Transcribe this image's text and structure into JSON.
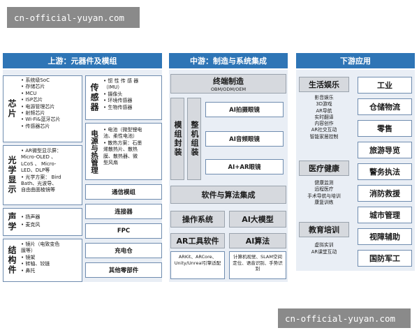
{
  "watermark_top": "cn-official-yuyan.com",
  "watermark_bottom": "cn-official-yuyan.com",
  "upstream": {
    "header": "上游：元器件及模组",
    "chip": {
      "label": "芯片",
      "items": [
        "• 系统级SoC",
        "• 存储芯片",
        "• MCU",
        "• ISP芯片",
        "• 电源管理芯片",
        "• 射频芯片",
        "• Wi-Fi&蓝牙芯片",
        "• 传感器芯片"
      ]
    },
    "sensor": {
      "label": "传感器",
      "items": [
        "• 惯 性 传 感 器",
        "  （IMU）",
        "• 摄像头",
        "• 环境传感器",
        "• 生物传感器"
      ]
    },
    "optics": {
      "label": "光学显示",
      "items": [
        "• AR微型显示屏：",
        "  Micro-OLED 、",
        "  LCoS 、 Micro-",
        "  LED、DLP等",
        "• 光学方案： Bird",
        "  Bath、光波导、",
        "  自由曲面棱镜等"
      ]
    },
    "power": {
      "label": "电源与热管理",
      "items": [
        "• 电池（微型锂电",
        "  池、柔性电池）",
        "• 散热方案：石墨",
        "  烯散热片、散热",
        "  膜、散热器、微",
        "  型风扇"
      ]
    },
    "acoustic": {
      "label": "声学",
      "items": [
        "• 扬声器",
        "• 麦克风"
      ]
    },
    "structure": {
      "label": "结构件",
      "items": [
        "• 镜片（电致变色",
        "  膜等）",
        "• 镜架",
        "• 转轴、铰链",
        "• 鼻托"
      ]
    },
    "modules": [
      "通信模组",
      "连接器",
      "FPC",
      "充电仓",
      "其他零部件"
    ]
  },
  "midstream": {
    "header": "中游：制造与系统集成",
    "terminal": {
      "title": "终端制造",
      "sub": "OBM/ODM/OEM"
    },
    "module_pkg": "模组封装",
    "whole_pkg": "整机组装",
    "products": [
      "AI拍摄眼镜",
      "AI音频眼镜",
      "AI+AR眼镜"
    ],
    "software": "软件与算法集成",
    "os": "操作系统",
    "ai_model": "AI大模型",
    "ar_tools": {
      "title": "AR工具软件",
      "desc": "ARKit、ARCore、Unity/Unreal引擎适配"
    },
    "ai_algo": {
      "title": "AI算法",
      "desc": "计算机视觉、SLAM空间定位、语音识别、手势识别"
    }
  },
  "downstream": {
    "header": "下游应用",
    "life": {
      "title": "生活娱乐",
      "items": [
        "影音娱乐",
        "3D游戏",
        "AR导航",
        "实时翻译",
        "内容创作",
        "AR社交互动",
        "智能家居控制"
      ]
    },
    "medical": {
      "title": "医疗健康",
      "items": [
        "健康监测",
        "远程医疗",
        "手术导航与培训",
        "康复训练"
      ]
    },
    "education": {
      "title": "教育培训",
      "items": [
        "虚拟实训",
        "AR课堂互动"
      ]
    },
    "right": [
      "工业",
      "仓储物流",
      "零售",
      "旅游导览",
      "警务执法",
      "消防救援",
      "城市管理",
      "视障辅助",
      "国防军工"
    ]
  }
}
